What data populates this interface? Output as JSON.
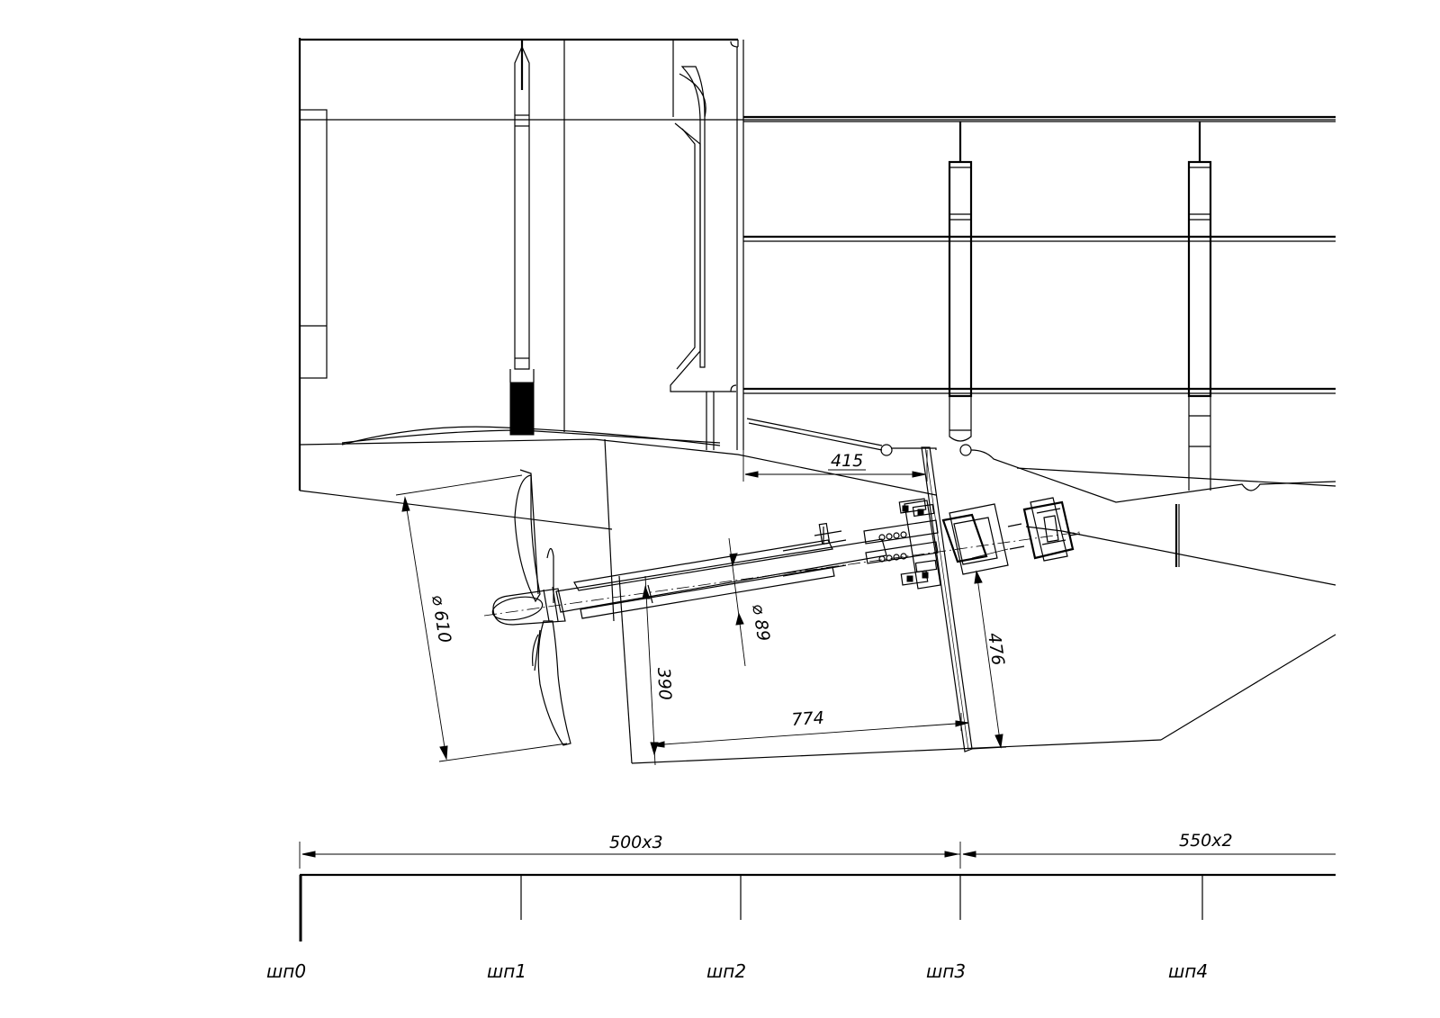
{
  "dimensions": {
    "d415": "415",
    "dia610": "⌀ 610",
    "dia89": "⌀ 89",
    "d390": "390",
    "d476": "476",
    "d774": "774",
    "span1": "500x3",
    "span2": "550x2"
  },
  "frames": [
    "шп0",
    "шп1",
    "шп2",
    "шп3",
    "шп4"
  ]
}
